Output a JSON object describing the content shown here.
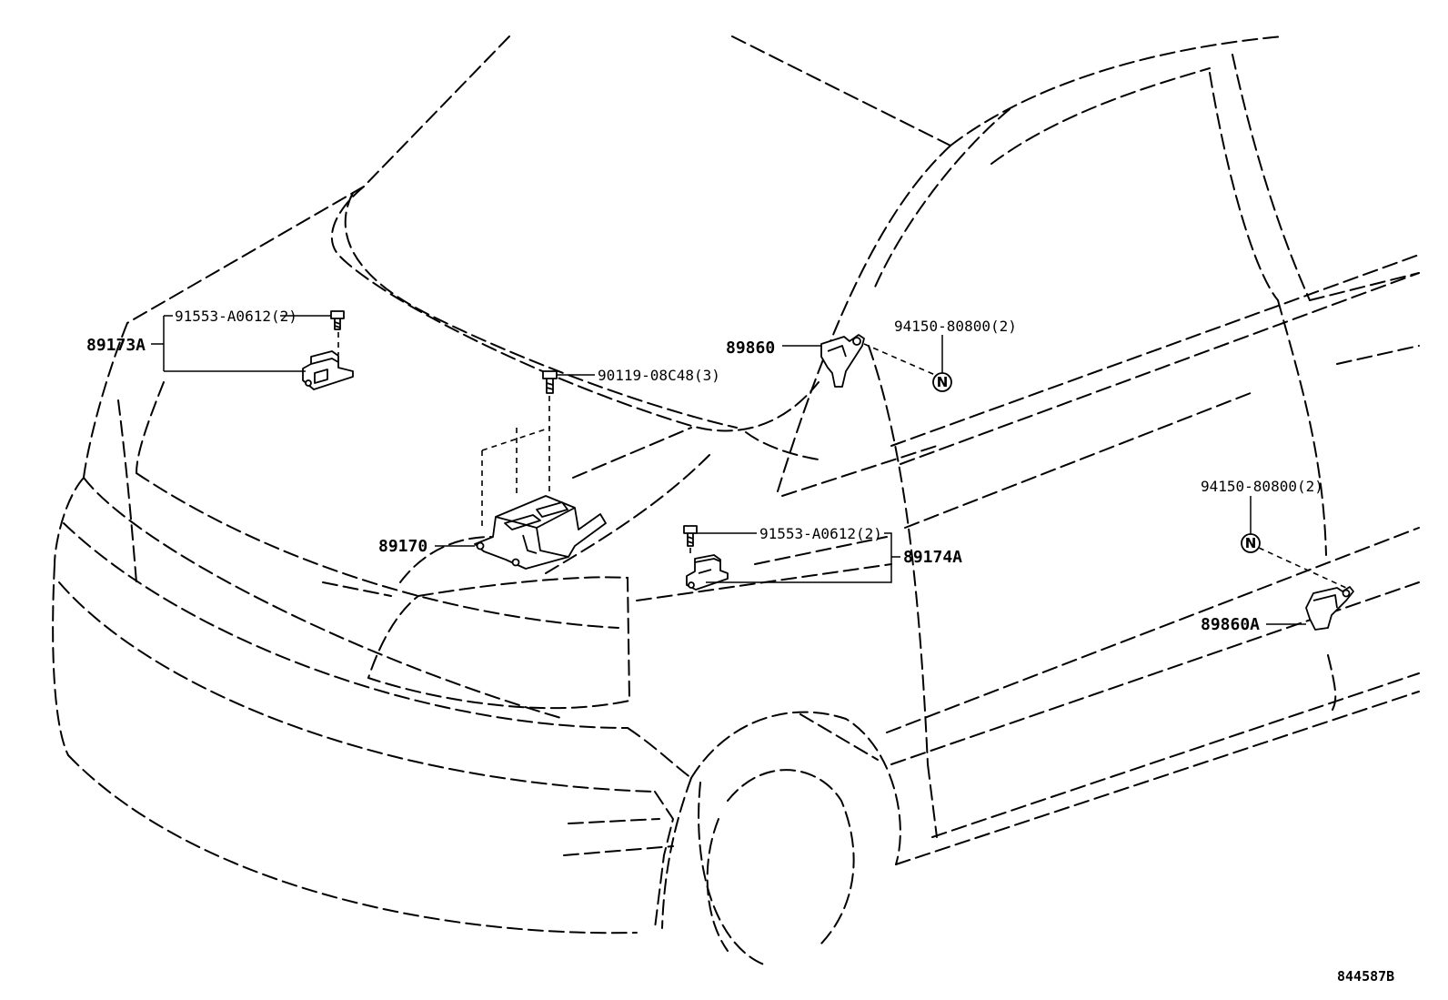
{
  "labels": {
    "p89173a": "89173A",
    "p89170": "89170",
    "p89860": "89860",
    "p89174a": "89174A",
    "p89860a": "89860A",
    "bolt_91553_left": "91553-A0612(2)",
    "bolt_91553_right": "91553-A0612(2)",
    "bolt_90119": "90119-08C48(3)",
    "nut_94150_top": "94150-80800(2)",
    "nut_94150_right": "94150-80800(2)",
    "nut_symbol": "N",
    "ref_code": "844587B"
  }
}
